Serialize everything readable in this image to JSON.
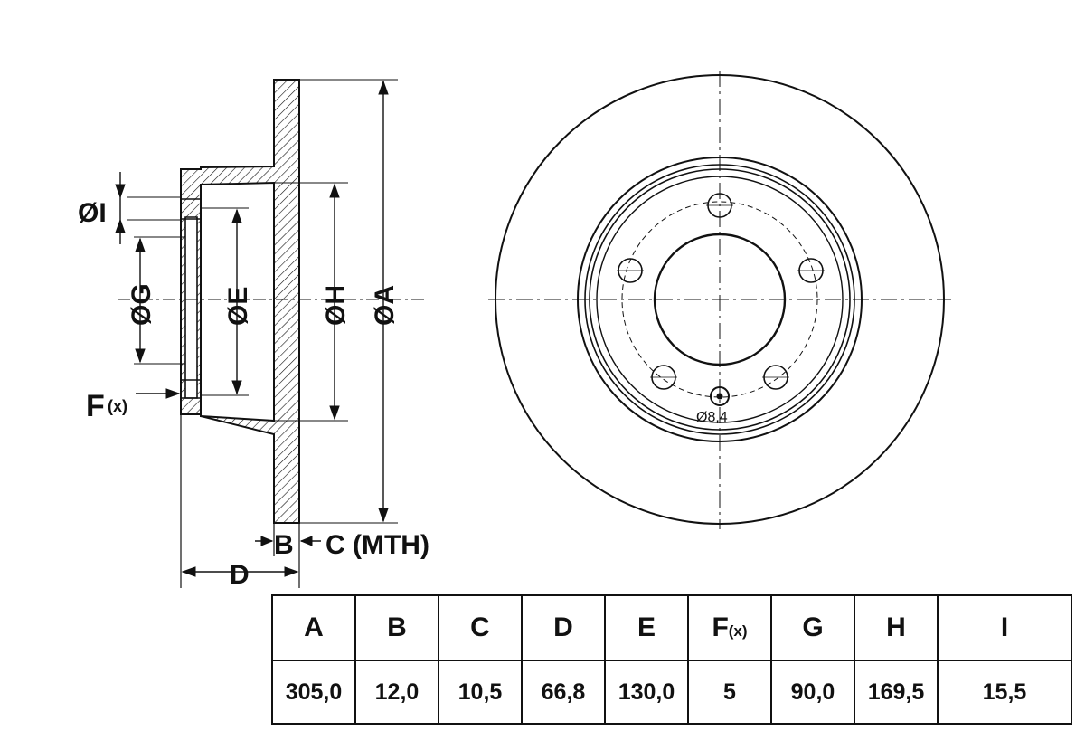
{
  "side_view": {
    "label_I": "ØI",
    "label_G": "ØG",
    "label_E": "ØE",
    "label_H": "ØH",
    "label_A": "ØA",
    "label_F": "F",
    "label_F_sub": "(x)",
    "label_B": "B",
    "label_C": "C (MTH)",
    "label_D": "D"
  },
  "front_view": {
    "hole_label": "Ø8,4",
    "bolt_holes": 5
  },
  "table": {
    "headers": [
      {
        "main": "A",
        "sub": ""
      },
      {
        "main": "B",
        "sub": ""
      },
      {
        "main": "C",
        "sub": ""
      },
      {
        "main": "D",
        "sub": ""
      },
      {
        "main": "E",
        "sub": ""
      },
      {
        "main": "F",
        "sub": "(x)"
      },
      {
        "main": "G",
        "sub": ""
      },
      {
        "main": "H",
        "sub": ""
      },
      {
        "main": "I",
        "sub": ""
      }
    ],
    "values": [
      "305,0",
      "12,0",
      "10,5",
      "66,8",
      "130,0",
      "5",
      "90,0",
      "169,5",
      "15,5"
    ]
  }
}
